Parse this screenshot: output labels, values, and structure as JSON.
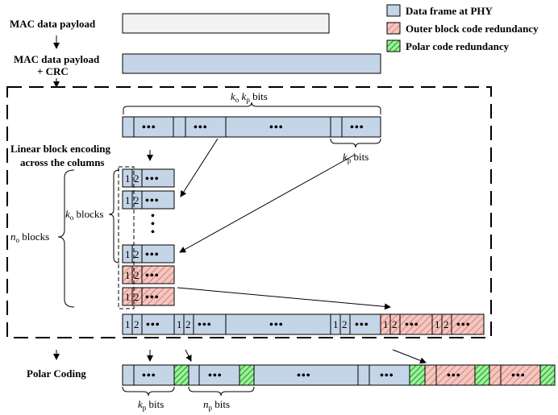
{
  "legend": {
    "items": [
      {
        "label": "Data frame at PHY",
        "kind": "phy"
      },
      {
        "label": "Outer block code redundancy",
        "kind": "outer"
      },
      {
        "label": "Polar code redundancy",
        "kind": "polar"
      }
    ]
  },
  "labels": {
    "mac_payload": "MAC data payload",
    "mac_payload_crc_line1": "MAC data payload",
    "mac_payload_crc_line2": "+ CRC",
    "linear_line1": "Linear block encoding",
    "linear_line2": "across the columns",
    "polar_coding": "Polar Coding",
    "ko_kp_bits": "k",
    "ko_kp_sub1": "o",
    "ko_kp_mid": " k",
    "ko_kp_sub2": "p",
    "ko_kp_tail": " bits",
    "kp_bits_k": "k",
    "kp_bits_sub": "p",
    "kp_bits_tail": " bits",
    "ko_blocks_k": "k",
    "ko_blocks_sub": "o",
    "ko_blocks_tail": " blocks",
    "no_blocks_n": "n",
    "no_blocks_sub": "o",
    "no_blocks_tail": " blocks",
    "np_bits_n": "n",
    "np_bits_sub": "p",
    "np_bits_tail": " bits",
    "kp_bits2_k": "k",
    "kp_bits2_sub": "p",
    "kp_bits2_tail": " bits",
    "one": "1",
    "two": "2",
    "ellipsis": "•••",
    "vdots": "•"
  },
  "colors": {
    "phy": "#c5d5e8",
    "outer": "#f4c6c0",
    "outer_hatch": "#d9817a",
    "polar": "#5bd45b",
    "polar_hatch": "#1f8f1f",
    "mac": "#f2f2f2",
    "stroke": "#000000"
  }
}
